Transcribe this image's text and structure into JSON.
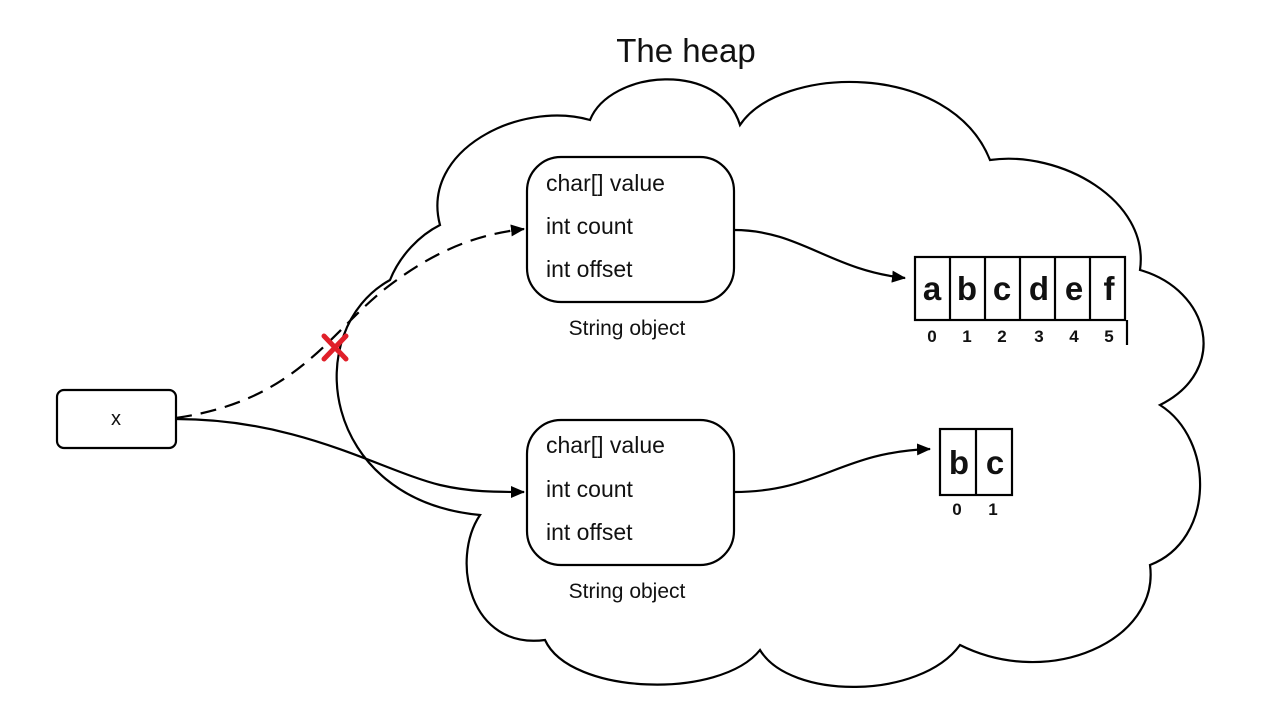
{
  "diagram": {
    "title": "The heap",
    "variable": {
      "label": "x"
    },
    "string_objects": [
      {
        "fields": [
          "char[] value",
          "int count",
          "int offset"
        ],
        "caption": "String object"
      },
      {
        "fields": [
          "char[] value",
          "int count",
          "int offset"
        ],
        "caption": "String object"
      }
    ],
    "arrays": [
      {
        "cells": [
          "a",
          "b",
          "c",
          "d",
          "e",
          "f"
        ],
        "indices": [
          "0",
          "1",
          "2",
          "3",
          "4",
          "5"
        ]
      },
      {
        "cells": [
          "b",
          "c"
        ],
        "indices": [
          "0",
          "1"
        ]
      }
    ],
    "removed_reference_mark": "x-mark",
    "colors": {
      "line": "#000000",
      "mark": "#e0202a",
      "background": "#ffffff"
    }
  }
}
